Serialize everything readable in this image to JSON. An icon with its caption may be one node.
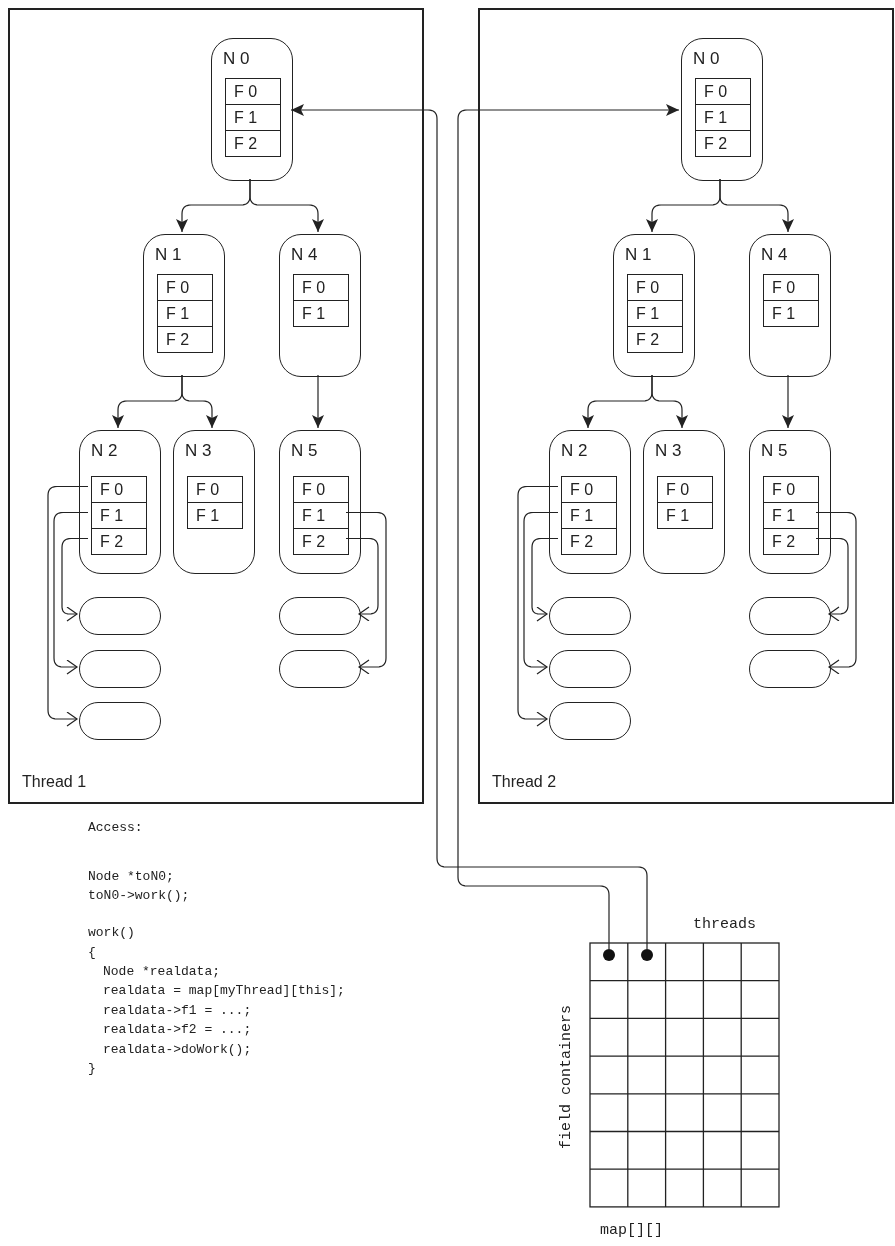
{
  "diagram": {
    "nodes": [
      {
        "text": [
          "Thread 1"
        ]
      },
      {
        "text": [
          "N 0"
        ],
        "in": 0
      },
      {
        "text": [
          "F 0"
        ],
        "in": 1
      },
      {
        "text": [
          "F 1"
        ],
        "in": 1
      },
      {
        "text": [
          "F 2"
        ],
        "in": 1
      },
      {
        "text": [
          "N 1"
        ],
        "in": 0
      },
      {
        "text": [
          "F 0"
        ],
        "in": 5
      },
      {
        "text": [
          "F 1"
        ],
        "in": 5
      },
      {
        "text": [
          "F 2"
        ],
        "in": 5
      },
      {
        "text": [
          "N 4"
        ],
        "in": 0
      },
      {
        "text": [
          "F 0"
        ],
        "in": 9
      },
      {
        "text": [
          "F 1"
        ],
        "in": 9
      },
      {
        "text": [
          "N 2"
        ],
        "in": 0
      },
      {
        "text": [
          "F 0"
        ],
        "in": 12
      },
      {
        "text": [
          "F 1"
        ],
        "in": 12
      },
      {
        "text": [
          "F 2"
        ],
        "in": 12
      },
      {
        "text": [
          "N 3"
        ],
        "in": 0
      },
      {
        "text": [
          "F 0"
        ],
        "in": 16
      },
      {
        "text": [
          "F 1"
        ],
        "in": 16
      },
      {
        "text": [
          "N 5"
        ],
        "in": 0
      },
      {
        "text": [
          "F 0"
        ],
        "in": 19
      },
      {
        "text": [
          "F 1"
        ],
        "in": 19
      },
      {
        "text": [
          "F 2"
        ],
        "in": 19
      },
      {
        "text": [],
        "shape": "box",
        "in": 0
      },
      {
        "text": [],
        "shape": "box",
        "in": 0
      },
      {
        "text": [],
        "shape": "box",
        "in": 0
      },
      {
        "text": [],
        "shape": "box",
        "in": 0
      },
      {
        "text": [],
        "shape": "box",
        "in": 0
      },
      {
        "text": [
          "Thread 2"
        ]
      },
      {
        "text": [
          "N 0"
        ],
        "in": 28
      },
      {
        "text": [
          "F 0"
        ],
        "in": 29
      },
      {
        "text": [
          "F 1"
        ],
        "in": 29
      },
      {
        "text": [
          "F 2"
        ],
        "in": 29
      },
      {
        "text": [
          "N 1"
        ],
        "in": 28
      },
      {
        "text": [
          "F 0"
        ],
        "in": 33
      },
      {
        "text": [
          "F 1"
        ],
        "in": 33
      },
      {
        "text": [
          "F 2"
        ],
        "in": 33
      },
      {
        "text": [
          "N 4"
        ],
        "in": 28
      },
      {
        "text": [
          "F 0"
        ],
        "in": 37
      },
      {
        "text": [
          "F 1"
        ],
        "in": 37
      },
      {
        "text": [
          "N 2"
        ],
        "in": 28
      },
      {
        "text": [
          "F 0"
        ],
        "in": 40
      },
      {
        "text": [
          "F 1"
        ],
        "in": 40
      },
      {
        "text": [
          "F 2"
        ],
        "in": 40
      },
      {
        "text": [
          "N 3"
        ],
        "in": 28
      },
      {
        "text": [
          "F 0"
        ],
        "in": 44
      },
      {
        "text": [
          "F 1"
        ],
        "in": 44
      },
      {
        "text": [
          "N 5"
        ],
        "in": 28
      },
      {
        "text": [
          "F 0"
        ],
        "in": 47
      },
      {
        "text": [
          "F 1"
        ],
        "in": 47
      },
      {
        "text": [
          "F 2"
        ],
        "in": 47
      },
      {
        "text": [],
        "shape": "box",
        "in": 28
      },
      {
        "text": [],
        "shape": "box",
        "in": 28
      },
      {
        "text": [],
        "shape": "box",
        "in": 28
      },
      {
        "text": [],
        "shape": "box",
        "in": 28
      },
      {
        "text": [],
        "shape": "box",
        "in": 28
      },
      {
        "text": [],
        "shape": "circle"
      },
      {
        "text": [],
        "shape": "circle"
      }
    ],
    "edges": [
      {
        "from": 1,
        "to": 5,
        "arrow": "to"
      },
      {
        "from": 1,
        "to": 9,
        "arrow": "to"
      },
      {
        "from": 5,
        "to": 12,
        "arrow": "to"
      },
      {
        "from": 5,
        "to": 16,
        "arrow": "to"
      },
      {
        "from": 9,
        "to": 19,
        "arrow": "to"
      },
      {
        "from": 15,
        "to": 23,
        "arrow": "to"
      },
      {
        "from": 14,
        "to": 25,
        "arrow": "to"
      },
      {
        "from": 13,
        "to": 27,
        "arrow": "to"
      },
      {
        "from": 21,
        "to": 26,
        "arrow": "to"
      },
      {
        "from": 22,
        "to": 24,
        "arrow": "to"
      },
      {
        "from": 29,
        "to": 33,
        "arrow": "to"
      },
      {
        "from": 29,
        "to": 37,
        "arrow": "to"
      },
      {
        "from": 33,
        "to": 40,
        "arrow": "to"
      },
      {
        "from": 33,
        "to": 44,
        "arrow": "to"
      },
      {
        "from": 37,
        "to": 47,
        "arrow": "to"
      },
      {
        "from": 43,
        "to": 51,
        "arrow": "to"
      },
      {
        "from": 42,
        "to": 53,
        "arrow": "to"
      },
      {
        "from": 41,
        "to": 55,
        "arrow": "to"
      },
      {
        "from": 49,
        "to": 54,
        "arrow": "to"
      },
      {
        "from": 50,
        "to": 52,
        "arrow": "to"
      },
      {
        "from": 57,
        "to": 1,
        "arrow": "to"
      },
      {
        "from": 56,
        "to": 29,
        "arrow": "to"
      }
    ],
    "labels": [
      "Access:",
      "Node *toN0;",
      "toN0->work();",
      "work()",
      "{",
      "Node *realdata;",
      "realdata = map[myThread][this];",
      "realdata->f1 = ...;",
      "realdata->f2 = ...;",
      "realdata->doWork();",
      "}",
      "threads",
      "field containers",
      "map[][]"
    ]
  }
}
